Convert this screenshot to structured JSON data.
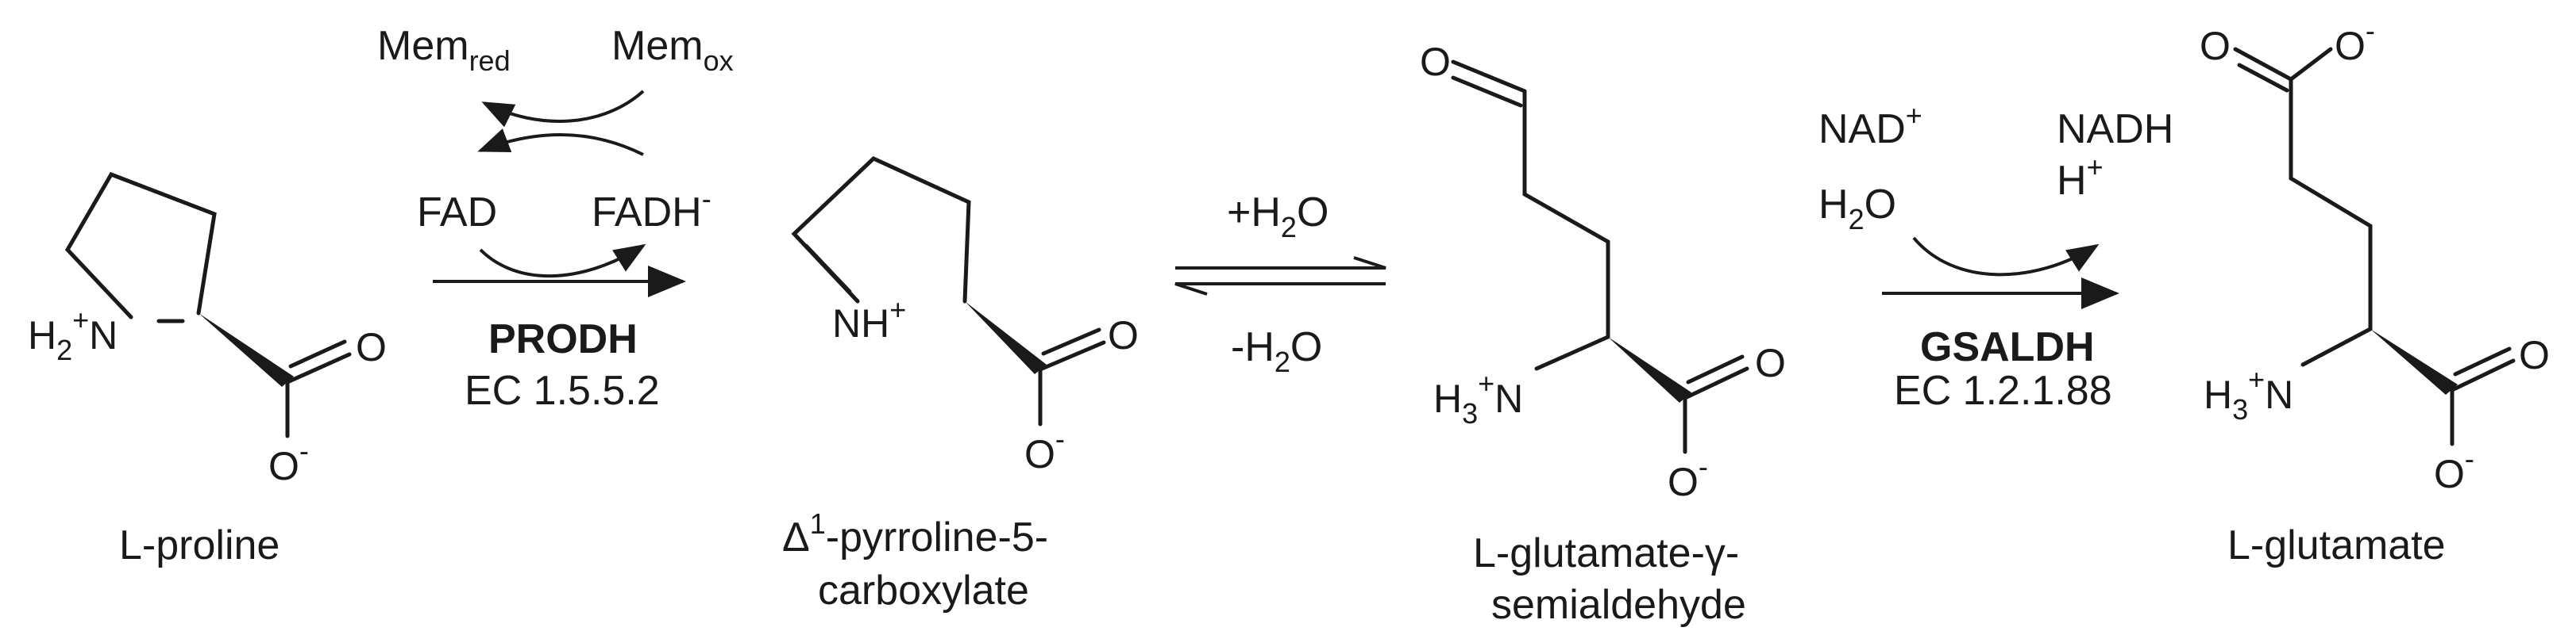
{
  "compounds": {
    "proline": {
      "name": "L-proline",
      "n_atom": "H",
      "n_sub": "2",
      "n_sup": "+",
      "n_letter": "N",
      "o_double": "O",
      "o_minus": "O",
      "o_minus_sup": "-"
    },
    "p5c": {
      "name_delta": "Δ",
      "name_sup": "1",
      "name_line1": "-pyrroline-5-",
      "name_line2": "carboxylate",
      "nh": "NH",
      "nh_sup": "+",
      "o_double": "O",
      "o_minus": "O",
      "o_minus_sup": "-"
    },
    "gsa": {
      "name_line1": "L-glutamate-γ-",
      "name_line2": "semialdehyde",
      "aldehyde_o": "O",
      "amine": "H",
      "amine_sub": "3",
      "amine_sup": "+",
      "amine_n": "N",
      "o_double": "O",
      "o_minus": "O",
      "o_minus_sup": "-"
    },
    "glutamate": {
      "name": "L-glutamate",
      "top_o_double": "O",
      "top_o_minus": "O",
      "top_o_minus_sup": "-",
      "amine": "H",
      "amine_sub": "3",
      "amine_sup": "+",
      "amine_n": "N",
      "o_double": "O",
      "o_minus": "O",
      "o_minus_sup": "-"
    }
  },
  "reaction1": {
    "mem_red": "Mem",
    "mem_red_sub": "red",
    "mem_ox": "Mem",
    "mem_ox_sub": "ox",
    "fad": "FAD",
    "fadh": "FADH",
    "fadh_sup": "-",
    "enzyme": "PRODH",
    "ec": "EC 1.5.5.2"
  },
  "reaction2": {
    "plus_water": "+H",
    "plus_water_sub": "2",
    "plus_water_end": "O",
    "minus_water": "-H",
    "minus_water_sub": "2",
    "minus_water_end": "O"
  },
  "reaction3": {
    "nad": "NAD",
    "nad_sup": "+",
    "water": "H",
    "water_sub": "2",
    "water_end": "O",
    "nadh": "NADH",
    "h": "H",
    "h_sup": "+",
    "enzyme": "GSALDH",
    "ec": "EC 1.2.1.88"
  }
}
